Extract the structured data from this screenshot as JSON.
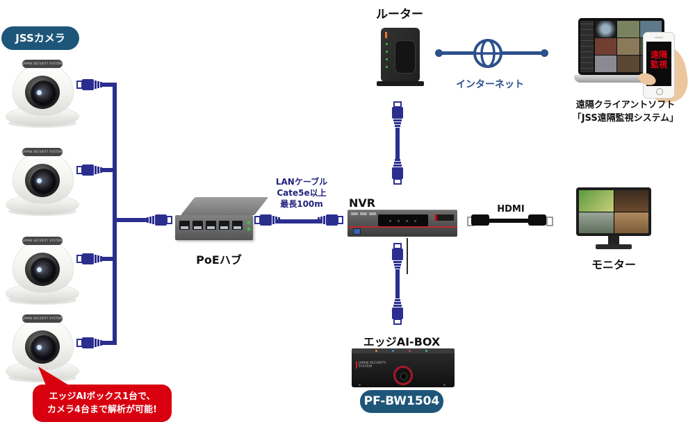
{
  "colors": {
    "cable_blue": "#2b2e8e",
    "diagram_blue": "#2d4f8c",
    "badge_blue": "#1e567a",
    "alert_red": "#d8000f",
    "label_dark": "#111111",
    "lan_text_navy": "#22227e"
  },
  "badge": {
    "label": "JSSカメラ"
  },
  "cameras": {
    "brand": "JAPAN SECURITY SYSTEM"
  },
  "router": {
    "label": "ルーター"
  },
  "internet": {
    "label": "インターネット"
  },
  "remote": {
    "caption_line1": "遠隔クライアントソフト",
    "caption_line2": "「JSS遠隔監視システム」",
    "phone_line1": "遠隔",
    "phone_line2": "監視"
  },
  "lan": {
    "line1": "LANケーブル",
    "line2": "Cate5e以上",
    "line3": "最長100m"
  },
  "poe_hub": {
    "label": "PoEハブ"
  },
  "nvr": {
    "label": "NVR"
  },
  "hdmi": {
    "label": "HDMI"
  },
  "monitor": {
    "label": "モニター"
  },
  "edge_box": {
    "label": "エッジAI-BOX",
    "model": "PF-BW1504",
    "brand": "JAPAN SECURITY SYSTEM"
  },
  "bubble": {
    "line1": "エッジAIボックス1台で、",
    "line2": "カメラ4台まで解析が可能!"
  }
}
